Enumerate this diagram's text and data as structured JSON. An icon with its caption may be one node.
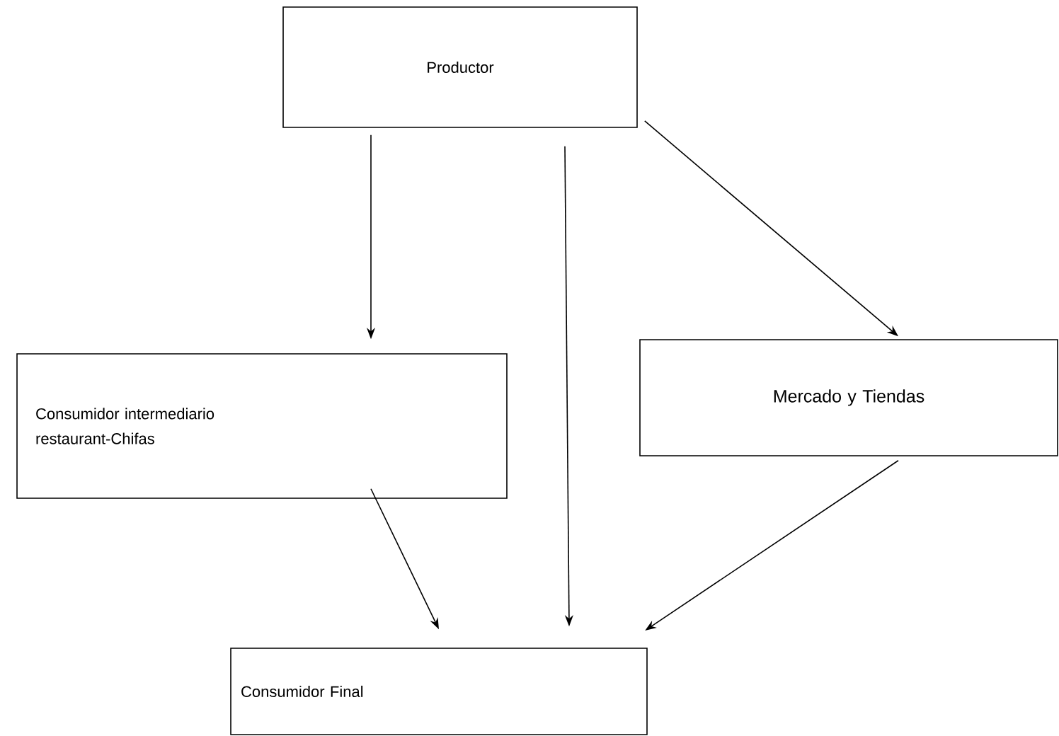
{
  "diagram": {
    "nodes": [
      {
        "text": [
          "Productor"
        ]
      },
      {
        "text": [
          "Consumidor intermediario restaurant-Chifas"
        ]
      },
      {
        "text": [
          "Mercado y Tiendas"
        ]
      },
      {
        "text": [
          "Consumidor Final"
        ]
      }
    ],
    "edges": [
      {
        "from": 0,
        "to": 1,
        "arrow": "to"
      },
      {
        "from": 0,
        "to": 3,
        "arrow": "to"
      },
      {
        "from": 0,
        "to": 2,
        "arrow": "to"
      },
      {
        "from": 1,
        "to": 3,
        "arrow": "to"
      },
      {
        "from": 2,
        "to": 3,
        "arrow": "to"
      }
    ]
  }
}
